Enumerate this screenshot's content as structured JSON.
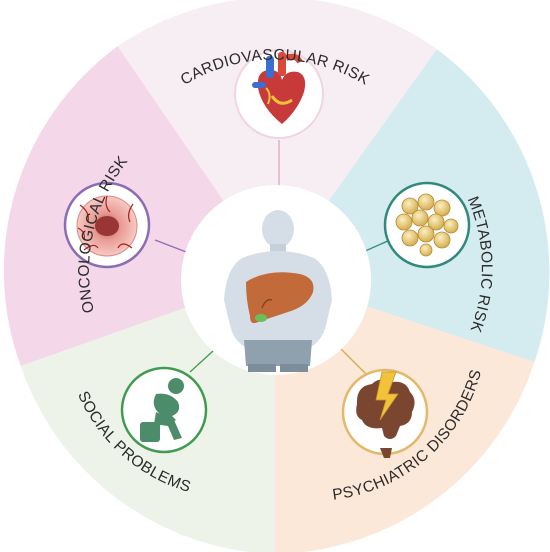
{
  "diagram": {
    "center": {
      "figure": "overweight-person-with-liver"
    },
    "segments": [
      {
        "id": "cardiovascular",
        "label": "CARDIOVASCULAR RISK",
        "color": "#f7eef4",
        "icon": "heart-icon",
        "ring_color": "#f0d4e2"
      },
      {
        "id": "metabolic",
        "label": "METABOLIC RISK",
        "color": "#d4ebef",
        "icon": "fat-cells-icon",
        "ring_color": "#2f8a7c"
      },
      {
        "id": "psychiatric",
        "label": "PSYCHIATRIC DISORDERS",
        "color": "#fbe8d8",
        "icon": "brain-lightning-icon",
        "ring_color": "#e3b86a"
      },
      {
        "id": "social",
        "label": "SOCIAL PROBLEMS",
        "color": "#eef3ea",
        "icon": "sad-person-icon",
        "ring_color": "#3f9b4f"
      },
      {
        "id": "oncological",
        "label": "ONCOLOGICAL RISK",
        "color": "#f4d7e8",
        "icon": "tumor-icon",
        "ring_color": "#8a6db3"
      }
    ]
  }
}
